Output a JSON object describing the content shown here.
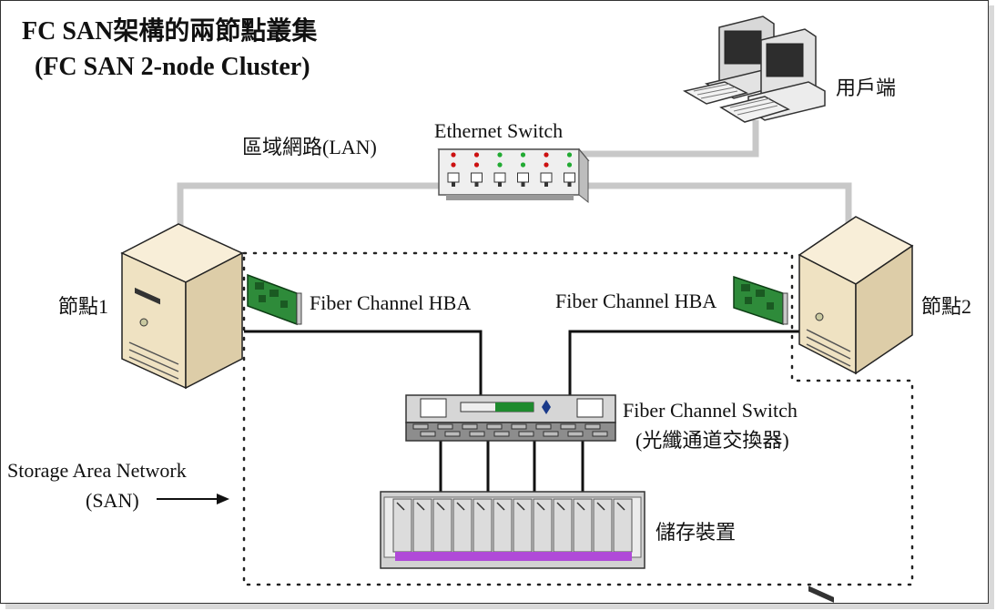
{
  "title": {
    "line1": "FC SAN架構的兩節點叢集",
    "line2": "(FC SAN 2-node Cluster)"
  },
  "labels": {
    "client": "用戶端",
    "lan": "區域網路(LAN)",
    "ethernet_switch": "Ethernet Switch",
    "node1": "節點1",
    "node2": "節點2",
    "hba_left": "Fiber Channel HBA",
    "hba_right": "Fiber Channel HBA",
    "fc_switch_line1": "Fiber Channel Switch",
    "fc_switch_line2": "(光纖通道交換器)",
    "san_line1": "Storage Area Network",
    "san_line2": "(SAN)",
    "storage": "儲存裝置"
  },
  "colors": {
    "led_red": "#cc1111",
    "led_green": "#22aa33",
    "cable_gray": "#c8c8c8",
    "server_body": "#efe2c2",
    "hba_green": "#2e8b3a",
    "storage_purple": "#b04ad8"
  },
  "icons": [
    "client-computers-icon",
    "ethernet-switch-icon",
    "server-node1-icon",
    "server-node2-icon",
    "hba-card-icon",
    "fc-switch-icon",
    "storage-array-icon",
    "arrow-right-icon"
  ]
}
